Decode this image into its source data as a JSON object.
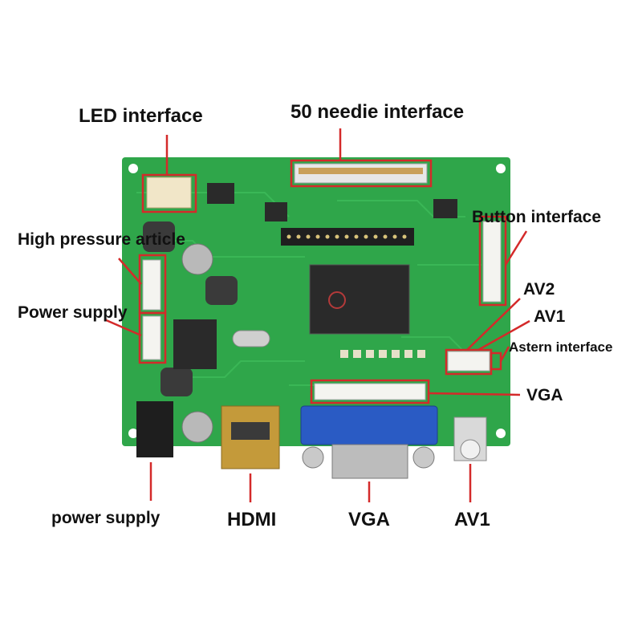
{
  "labels": {
    "led_interface": "LED interface",
    "needle_interface": "50 needie interface",
    "button_interface": "Button interface",
    "high_pressure_article": "High pressure article",
    "power_supply_side": "Power supply",
    "av2": "AV2",
    "av1_side": "AV1",
    "astern_interface": "Astern interface",
    "vga_side": "VGA",
    "power_supply_bottom": "power supply",
    "hdmi": "HDMI",
    "vga_bottom": "VGA",
    "av1_bottom": "AV1"
  },
  "colors": {
    "pcb": "#2fa64a",
    "pcb_dark": "#248a3b",
    "callout": "#d42a2a",
    "ic": "#2a2a2a",
    "vga_blue": "#2a5bc4",
    "hdmi_gold": "#c49a3a",
    "text": "#111111"
  }
}
